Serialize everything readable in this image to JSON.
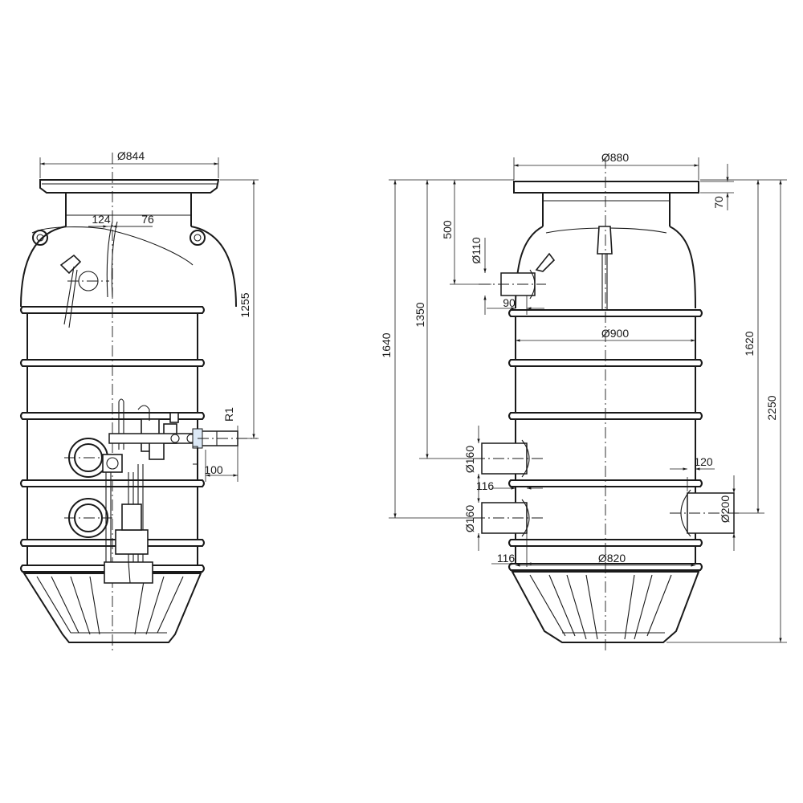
{
  "left_view": {
    "dims": {
      "top_diameter": "Ø844",
      "offset_a": "124",
      "offset_b": "76",
      "height": "1255",
      "thread": "R1",
      "spacing": "100"
    }
  },
  "right_view": {
    "dims": {
      "top_diameter": "Ø880",
      "cover_height": "70",
      "vent_depth": "500",
      "vent_diameter": "Ø110",
      "vent_offset": "90",
      "height_1350": "1350",
      "height_1640": "1640",
      "body_diameter": "Ø900",
      "inlet_upper_diameter": "Ø160",
      "inlet_upper_offset": "116",
      "inlet_lower_diameter": "Ø160",
      "inlet_lower_offset": "116",
      "outlet_offset": "120",
      "outlet_diameter": "Ø200",
      "height_1620": "1620",
      "total_height": "2250",
      "base_diameter": "Ø820"
    }
  }
}
